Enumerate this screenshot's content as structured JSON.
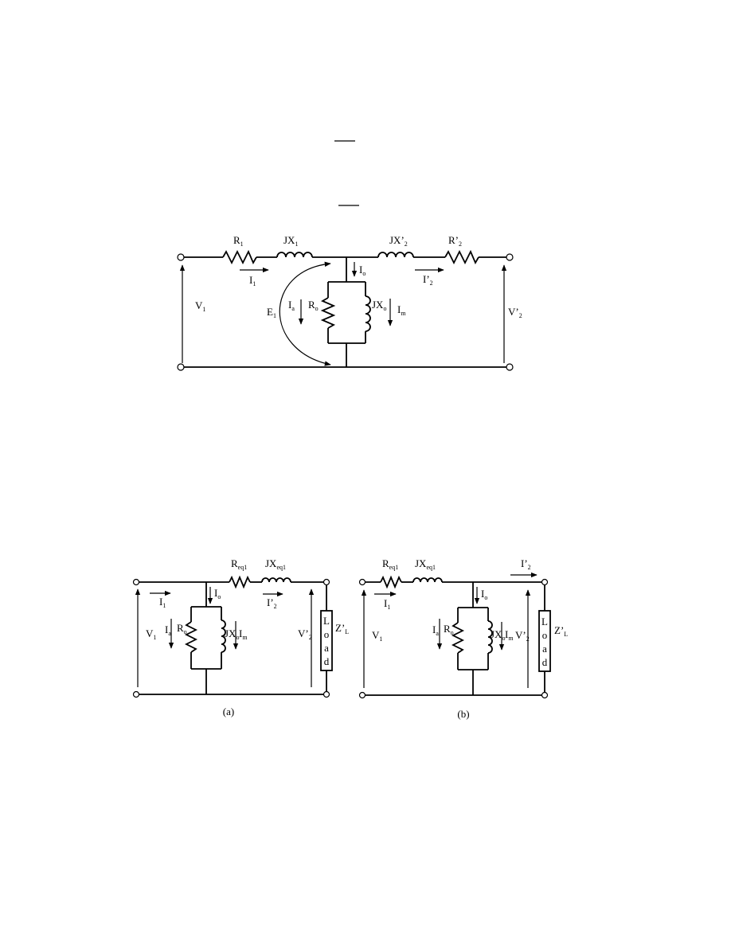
{
  "figure1": {
    "labels": {
      "R1": {
        "main": "R",
        "sub": "1"
      },
      "JX1": {
        "main": "JX",
        "sub": "1"
      },
      "JX2p": {
        "main": "JX’",
        "sub": "2"
      },
      "R2p": {
        "main": "R’",
        "sub": "2"
      },
      "I1": {
        "main": "I",
        "sub": "1"
      },
      "Io": {
        "main": "I",
        "sub": "o"
      },
      "I2p": {
        "main": "I’",
        "sub": "2"
      },
      "V1": {
        "main": "V",
        "sub": "1"
      },
      "E1": {
        "main": "E",
        "sub": "1"
      },
      "Ia": {
        "main": "I",
        "sub": "a"
      },
      "Ro": {
        "main": "R",
        "sub": "o"
      },
      "JXo": {
        "main": "JX",
        "sub": "o"
      },
      "Im": {
        "main": "I",
        "sub": "m"
      },
      "V2p": {
        "main": "V’",
        "sub": "2"
      }
    }
  },
  "figure2a": {
    "caption": "(a)",
    "load_text": "Load",
    "labels": {
      "Req1": {
        "main": "R",
        "sub": "eq1"
      },
      "JXeq1": {
        "main": "JX",
        "sub": "eq1"
      },
      "I1": {
        "main": "I",
        "sub": "1"
      },
      "Io": {
        "main": "I",
        "sub": "o"
      },
      "I2p": {
        "main": "I’",
        "sub": "2"
      },
      "V1": {
        "main": "V",
        "sub": "1"
      },
      "Ia": {
        "main": "I",
        "sub": "a"
      },
      "Ro": {
        "main": "R",
        "sub": "o"
      },
      "JXo": {
        "main": "JX",
        "sub": "o"
      },
      "Im": {
        "main": "I",
        "sub": "m"
      },
      "V2p": {
        "main": "V’",
        "sub": "2"
      },
      "ZLp": {
        "main": "Z’",
        "sub": "L"
      }
    }
  },
  "figure2b": {
    "caption": "(b)",
    "load_text": "Load",
    "labels": {
      "Req1": {
        "main": "R",
        "sub": "eq1"
      },
      "JXeq1": {
        "main": "JX",
        "sub": "eq1"
      },
      "I2p": {
        "main": "I’",
        "sub": "2"
      },
      "I1": {
        "main": "I",
        "sub": "1"
      },
      "Io": {
        "main": "I",
        "sub": "o"
      },
      "V1": {
        "main": "V",
        "sub": "1"
      },
      "Ia": {
        "main": "I",
        "sub": "a"
      },
      "Ro": {
        "main": "R",
        "sub": "o"
      },
      "JXo": {
        "main": "JX",
        "sub": "o"
      },
      "Im": {
        "main": "I",
        "sub": "m"
      },
      "V2p": {
        "main": "V’",
        "sub": "2"
      },
      "ZLp": {
        "main": "Z’",
        "sub": "L"
      }
    }
  }
}
